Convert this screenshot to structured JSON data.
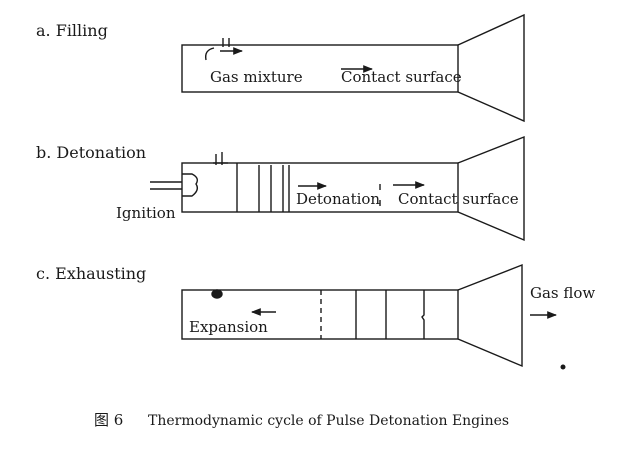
{
  "panels": {
    "a": {
      "heading": "a. Filling",
      "labels": {
        "gas": "Gas mixture",
        "contact": "Contact surface"
      }
    },
    "b": {
      "heading": "b. Detonation",
      "labels": {
        "ignition": "Ignition",
        "detonation": "Detonation",
        "contact": "Contact surface"
      }
    },
    "c": {
      "heading": "c. Exhausting",
      "labels": {
        "expansion": "Expansion",
        "gasflow": "Gas flow"
      }
    }
  },
  "caption": {
    "fig": "图 6",
    "text": "Thermodynamic cycle of Pulse Detonation Engines"
  },
  "colors": {
    "line": "#1a1a1a",
    "background": "#ffffff"
  }
}
